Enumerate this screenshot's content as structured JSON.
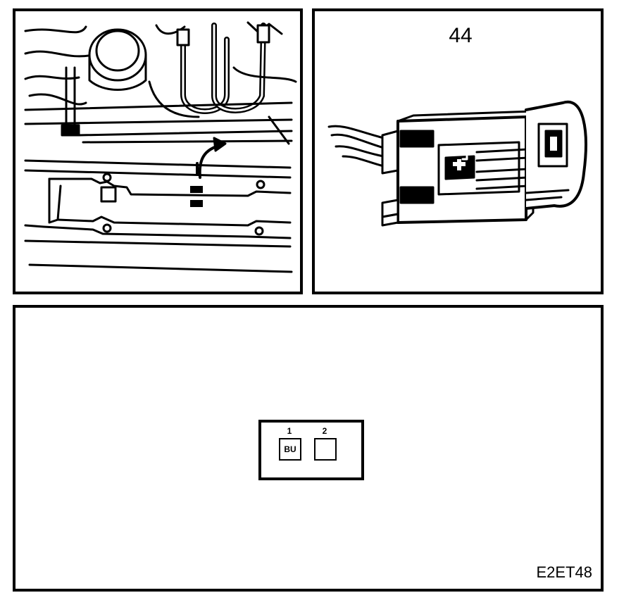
{
  "engine_panel": {},
  "connector_panel": {
    "component_number": "44"
  },
  "pinout_panel": {
    "pins": [
      {
        "number": "1",
        "color_code": "BU"
      },
      {
        "number": "2",
        "color_code": ""
      }
    ],
    "figure_code": "E2ET48"
  }
}
